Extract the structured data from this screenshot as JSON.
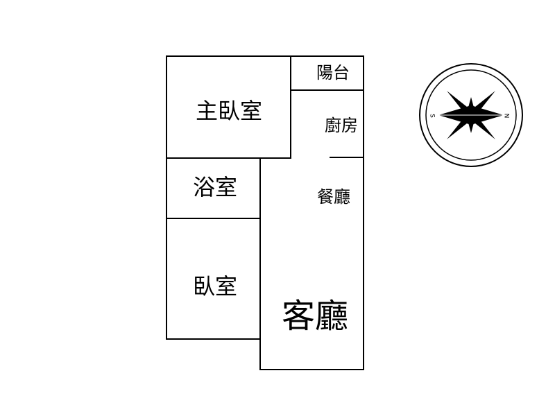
{
  "floor_plan": {
    "rooms": {
      "master_bedroom": "主臥室",
      "balcony": "陽台",
      "kitchen": "廚房",
      "bathroom": "浴室",
      "dining_room": "餐廳",
      "bedroom": "臥室",
      "living_room": "客廳"
    }
  },
  "compass": {
    "north_label": "N",
    "south_label": "S"
  },
  "colors": {
    "line": "#000000",
    "background": "#ffffff"
  }
}
